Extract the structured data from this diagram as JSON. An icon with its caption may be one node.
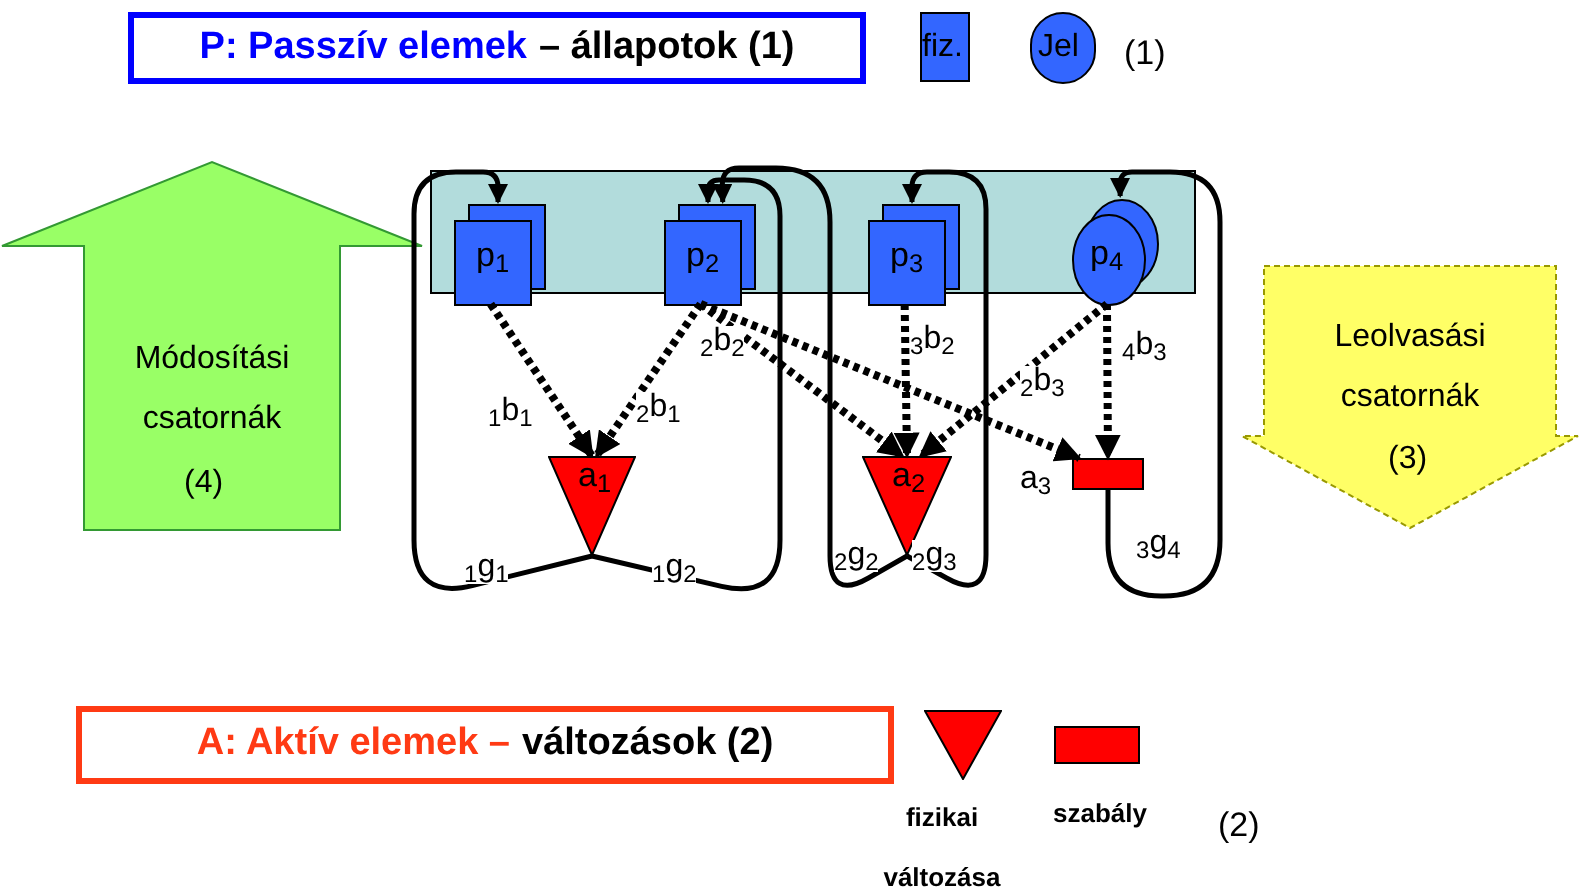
{
  "diagram": {
    "nodes": [
      {
        "text": [
          "P: Passzív elemek",
          "– állapotok (1)"
        ]
      },
      {
        "text": [
          "fiz."
        ]
      },
      {
        "text": [
          "Jel"
        ]
      },
      {
        "text": [],
        "shape": "box"
      },
      {
        "text": [
          "p$_{1}$"
        ],
        "in": 3
      },
      {
        "text": [
          "p$_{2}$"
        ],
        "in": 3
      },
      {
        "text": [
          "p$_{3}$"
        ],
        "in": 3
      },
      {
        "text": [
          "p$_{4}$"
        ],
        "in": 3
      },
      {
        "text": [
          "a$_{1}$"
        ]
      },
      {
        "text": [
          "a$_{2}$"
        ]
      },
      {
        "text": [],
        "shape": "box",
        "beside": [
          "a$_{3}$"
        ]
      },
      {
        "text": [
          "Módosítási csatornák",
          "(4)"
        ]
      },
      {
        "text": [
          "Leolvasási csatornák",
          "(3)"
        ]
      },
      {
        "text": [
          "A: Aktív elemek –",
          "változások (2)"
        ]
      },
      {
        "text": [],
        "shape": "triangle",
        "beside": [
          "fizikai változása"
        ]
      },
      {
        "text": [],
        "shape": "box",
        "beside": [
          "szabály"
        ]
      }
    ],
    "edges": [
      {
        "from": 4,
        "to": 8,
        "arrow": "to",
        "label": "$_{1}$b$_{1}$",
        "style": "dashed"
      },
      {
        "from": 5,
        "to": 8,
        "arrow": "to",
        "label": "$_{2}$b$_{1}$",
        "style": "dashed"
      },
      {
        "from": 5,
        "to": 9,
        "arrow": "to",
        "label": "$_{2}$b$_{2}$",
        "style": "dashed"
      },
      {
        "from": 5,
        "to": 10,
        "arrow": "to",
        "label": "$_{2}$b$_{3}$",
        "style": "dashed"
      },
      {
        "from": 6,
        "to": 9,
        "arrow": "to",
        "label": "$_{3}$b$_{2}$",
        "style": "dashed"
      },
      {
        "from": 7,
        "to": 9,
        "arrow": "to",
        "style": "dashed"
      },
      {
        "from": 7,
        "to": 10,
        "arrow": "to",
        "label": "$_{4}$b$_{3}$",
        "style": "dashed"
      },
      {
        "from": 8,
        "to": 4,
        "arrow": "to",
        "label": "$_{1}$g$_{1}$"
      },
      {
        "from": 8,
        "to": 5,
        "arrow": "to",
        "label": "$_{1}$g$_{2}$"
      },
      {
        "from": 9,
        "to": 5,
        "arrow": "to",
        "label": "$_{2}$g$_{2}$"
      },
      {
        "from": 9,
        "to": 6,
        "arrow": "to",
        "label": "$_{2}$g$_{3}$"
      },
      {
        "from": 10,
        "to": 7,
        "arrow": "to",
        "label": "$_{3}$g$_{4}$"
      }
    ],
    "labels": [
      "(1)",
      "(2)"
    ]
  }
}
